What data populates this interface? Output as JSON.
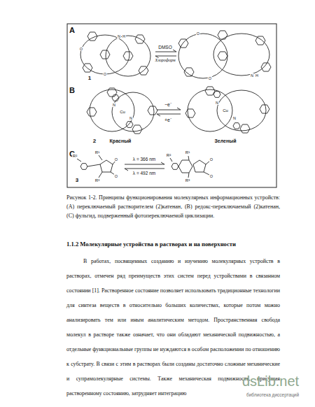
{
  "diagram": {
    "caption": "Рисунок 1-2. Принципы функционирования молекулярных информационных устройств: (А) переключаемый растворителем (2)катенан, (В) редокс-переключаемый (2)катенан, (С) фульгид, подверженный фотопереключаемой циклизации.",
    "labels": [
      "A",
      "DMSO",
      "Хлороформ",
      "1",
      "B",
      "2",
      "Красный",
      "Зеленый",
      "−e⁻",
      "+e⁻",
      "C",
      "3",
      "R¹",
      "R²",
      "R³",
      "R¹",
      "R²",
      "R³",
      "λ = 366 nm",
      "λ = 492 nm",
      "O",
      "N",
      "H",
      "O",
      "O",
      "N",
      "H",
      "O",
      "Cu",
      "N",
      "N",
      "Cu",
      "N",
      "N",
      "O",
      "O",
      "O",
      "O",
      "1.1.2 Молекулярные устройства в растворах и на поверхности",
      "В работах, посвященных созданию и изучению молекулярных устройств в растворах, отмечен ряд преимуществ этих систем перед устройствами в связанном состоянии [1]. Растворенное состояние позволяет использовать традиционные технологии для синтеза веществ в относительно больших количествах, которые потом можно анализировать тем или иным аналитическим методом. Пространственная свобода молекул в растворе также означает, что они обладают механической подвижностью, а отдельные функциональные группы не нуждаются в особом расположении по отношению к субстрату. В связи с этим в растворах были созданы достаточно сложные механические и супрамолекулярные системы. Также механическая подвижность, присущая растворенному состоянию, затрудняет интеграцию",
      "dsLib.net",
      "библиотека диссертаций"
    ]
  }
}
